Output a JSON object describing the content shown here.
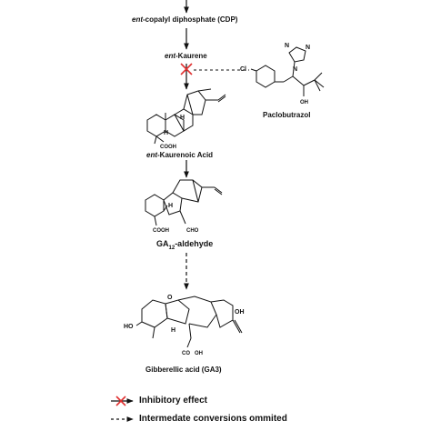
{
  "pathway": {
    "cdp": {
      "prefix": "ent",
      "rest": "-copalyl diphosphate (CDP)"
    },
    "kaurene": {
      "prefix": "ent",
      "rest": "-Kaurene"
    },
    "kaurenoic": {
      "prefix": "ent",
      "rest": "-Kaurenoic Acid"
    },
    "ga12": {
      "pre": "GA",
      "sub": "12",
      "post": "-aldehyde"
    },
    "ga3": "Gibberellic acid (GA3)",
    "paclobutrazol": "Paclobutrazol"
  },
  "atoms": {
    "cl": "Cl",
    "n": "N",
    "oh": "OH",
    "h": "H",
    "cooh": "COOH",
    "cho": "CHO",
    "o": "O",
    "ho": "HO",
    "cooh_short": "CO",
    "cooh_oh": "OH"
  },
  "legend": {
    "inhibitory": "Inhibitory effect",
    "intermediate": "Intermedate conversions ommited"
  },
  "colors": {
    "inhibit_cross": "#e03030",
    "ink": "#111111"
  }
}
